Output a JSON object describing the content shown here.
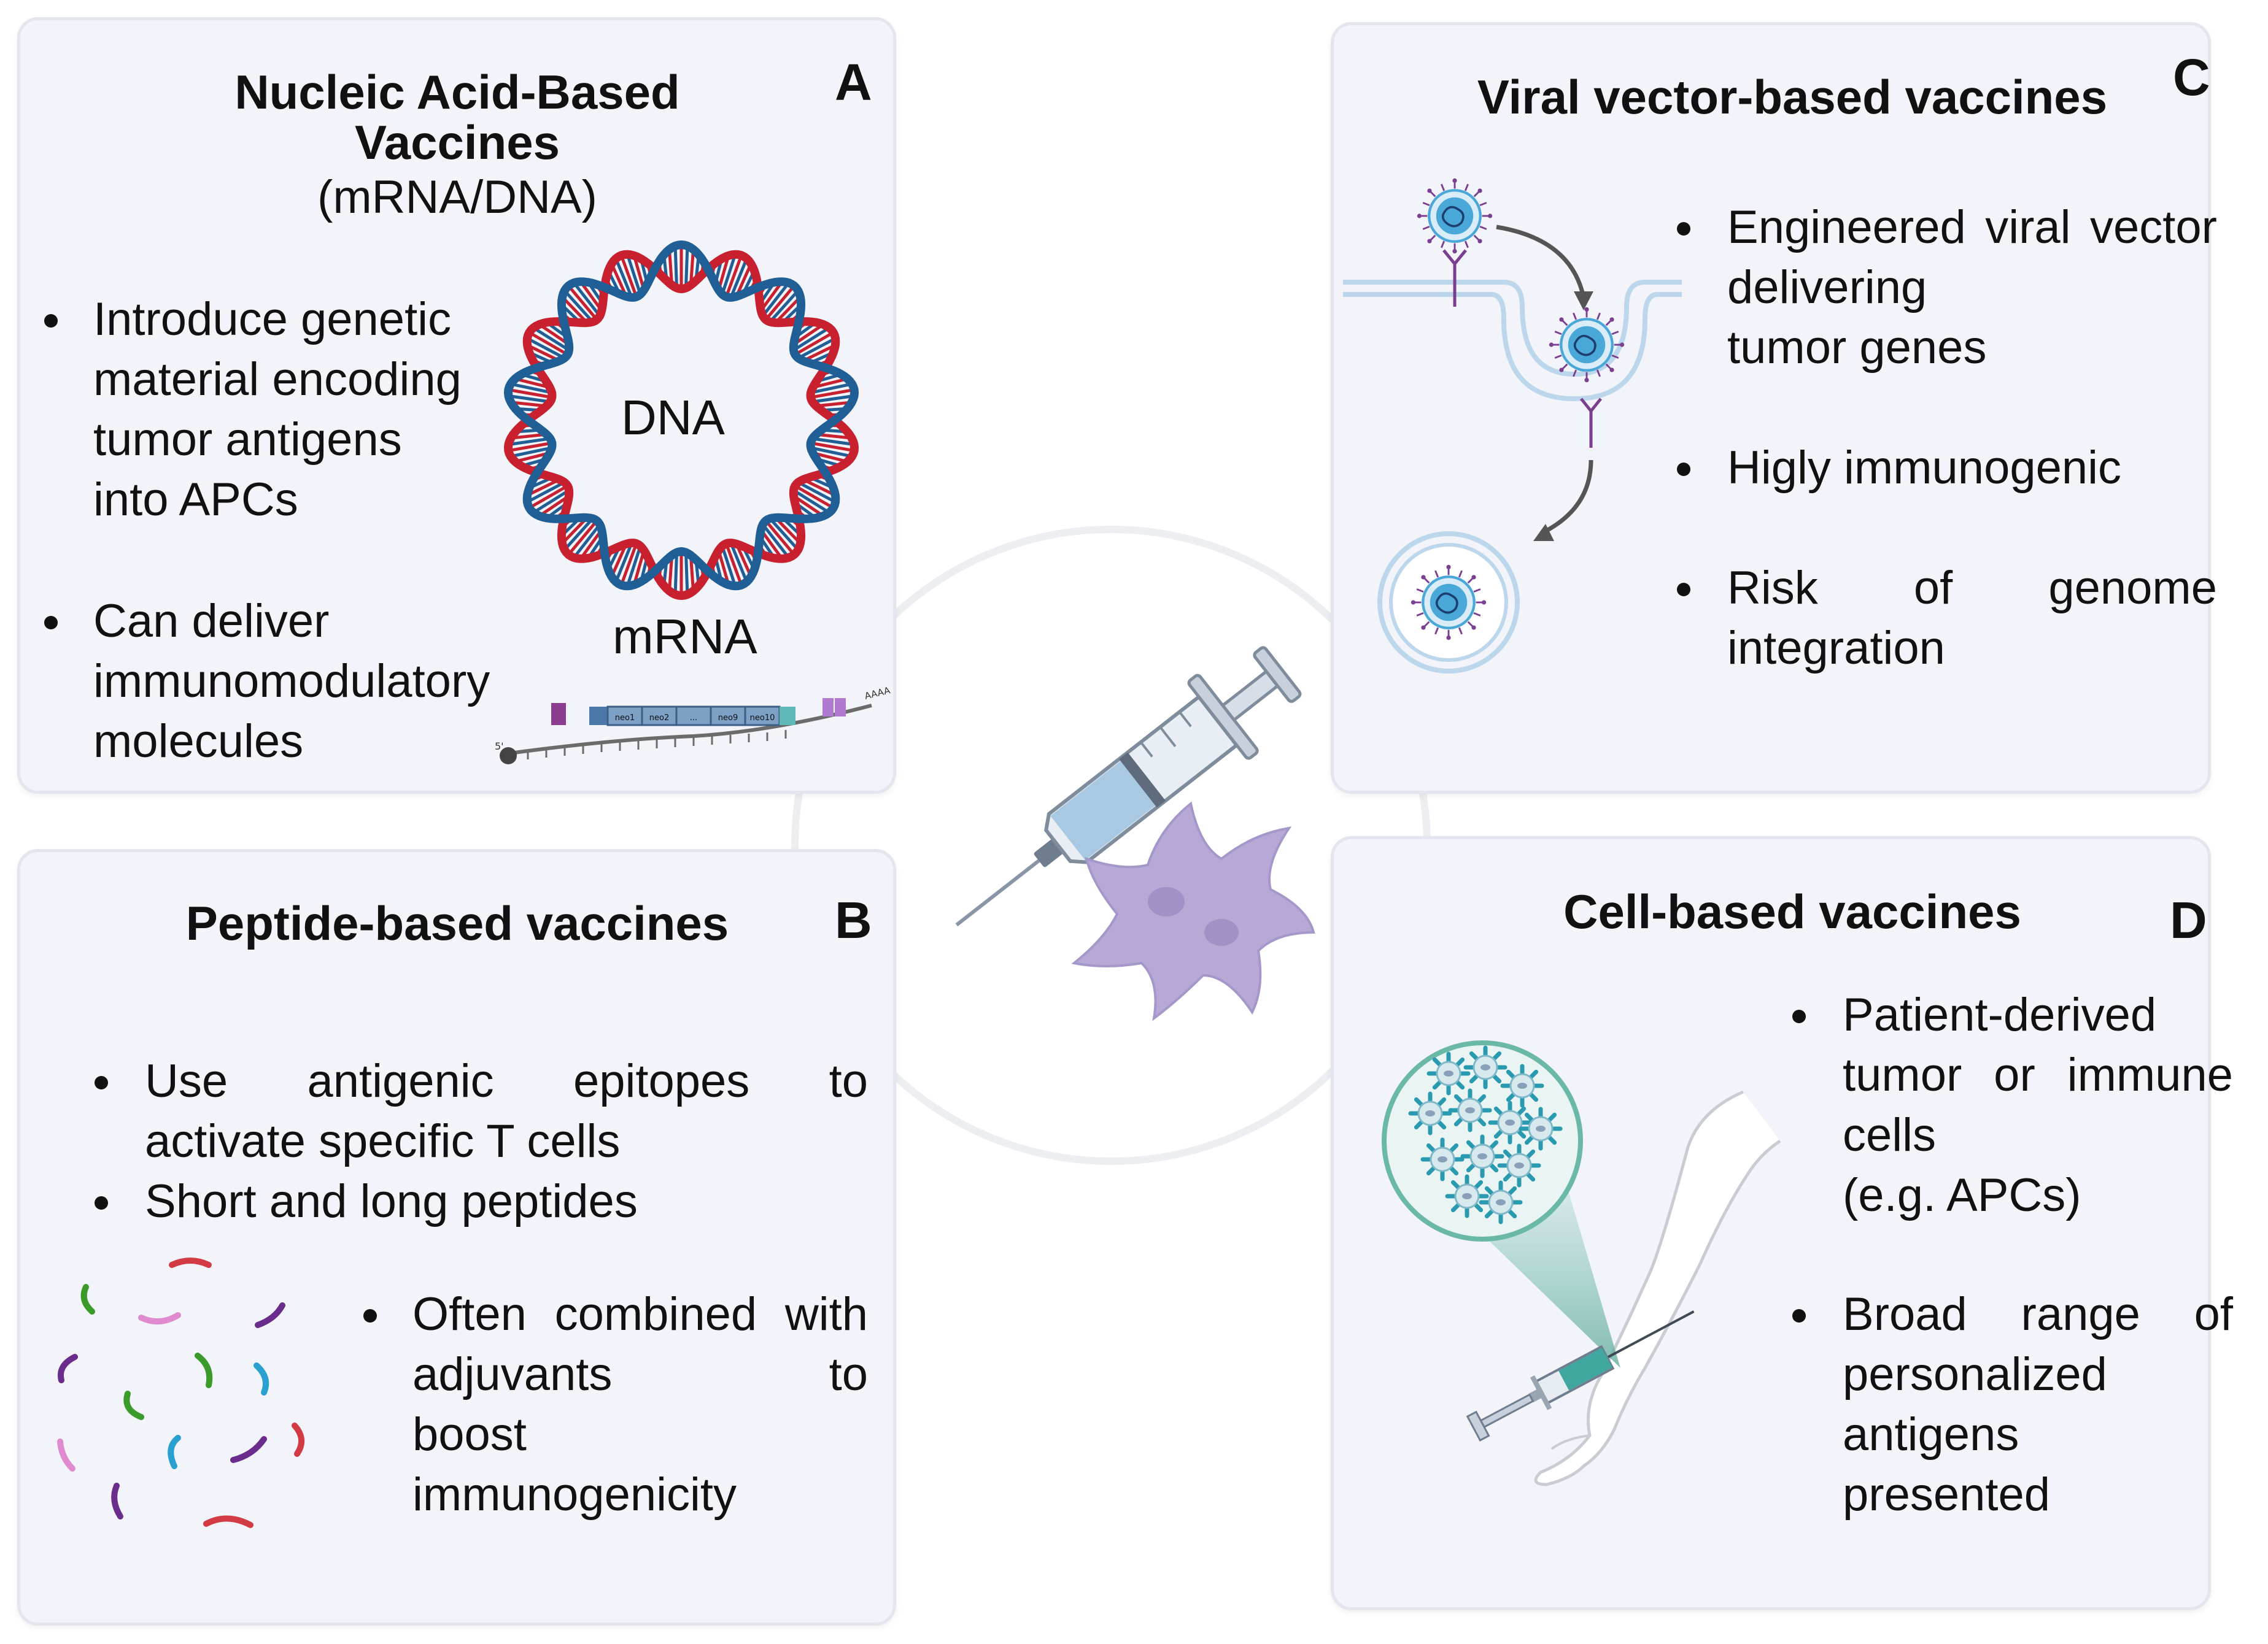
{
  "panels": {
    "a": {
      "letter": "A",
      "title_line1": "Nucleic Acid-Based",
      "title_line2": "Vaccines",
      "subtitle": "(mRNA/DNA)",
      "bullet1": [
        "Introduce genetic",
        "material encoding",
        "tumor antigens",
        "into APCs"
      ],
      "bullet2": [
        "Can deliver",
        "immunomodulatory",
        "molecules"
      ],
      "dna_label": "DNA",
      "mrna_label": "mRNA",
      "mrna_segments": [
        "neo1",
        "neo2",
        "...",
        "neo9",
        "neo10"
      ],
      "mrna_five_prime": "5'",
      "mrna_tail": "AAAA"
    },
    "b": {
      "letter": "B",
      "title": "Peptide-based vaccines",
      "bullet1_line1": "Use antigenic epitopes to",
      "bullet1_line2": "activate specific T cells",
      "bullet2": "Short and long peptides",
      "bullet3_line1": "Often combined",
      "bullet3_line2": "with adjuvants to",
      "bullet3_line3": "boost",
      "bullet3_line4": "immunogenicity"
    },
    "c": {
      "letter": "C",
      "title": "Viral vector-based vaccines",
      "bullet1_line1": "Engineered viral",
      "bullet1_line2": "vector delivering",
      "bullet1_line3": "tumor genes",
      "bullet2": "Higly immunogenic",
      "bullet3_line1": "Risk of genome",
      "bullet3_line2": "integration"
    },
    "d": {
      "letter": "D",
      "title": "Cell-based vaccines",
      "bullet1_line1": "Patient-derived",
      "bullet1_line2": "tumor or",
      "bullet1_line3": "immune cells",
      "bullet1_line4": "(e.g. APCs)",
      "bullet2_line1": "Broad range of",
      "bullet2_line2": "personalized",
      "bullet2_line3": "antigens",
      "bullet2_line4": "presented"
    }
  },
  "colors": {
    "panel_bg": "#f2f4fa",
    "dna_red": "#c8202f",
    "dna_blue": "#1f5f96",
    "syringe_fluid": "#a9c9e2",
    "dendritic_cell": "#b6a9d6",
    "virus_blue": "#4aa8d8",
    "peptide_green": "#3a9a2a",
    "peptide_pink": "#e08ad0",
    "peptide_purple": "#6b2d8c",
    "peptide_red": "#d23a44",
    "peptide_cyan": "#2aa0d0"
  },
  "icons": [
    "syringe-icon",
    "dendritic-cell-icon",
    "dna-plasmid-icon",
    "mrna-strand-icon",
    "virus-icon",
    "endocytosis-icon",
    "peptide-icon",
    "arm-injection-icon",
    "cell-cluster-icon"
  ]
}
